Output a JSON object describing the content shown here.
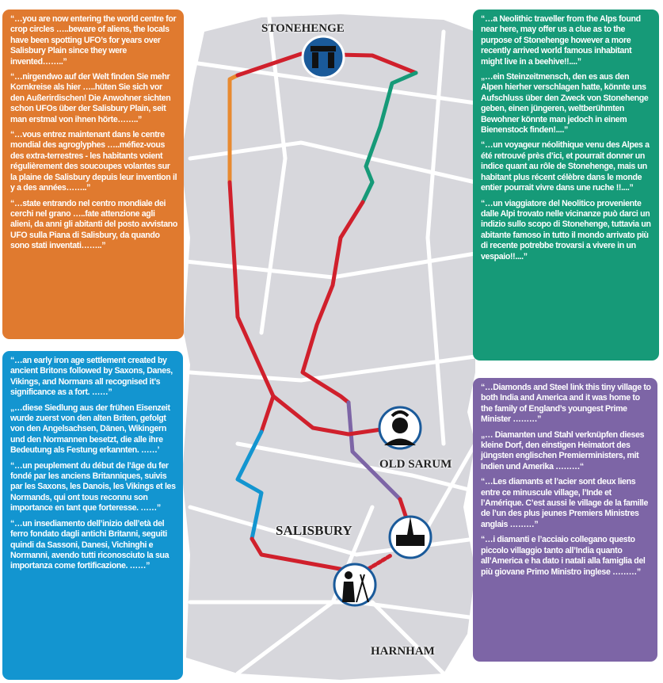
{
  "places": {
    "stonehenge": "STONEHENGE",
    "old_sarum": "OLD SARUM",
    "salisbury": "SALISBURY",
    "harnham": "HARNHAM"
  },
  "colors": {
    "orange": "#e07a2f",
    "green": "#169a78",
    "blue": "#1395d0",
    "purple": "#7d65a6",
    "route": "#d0202c"
  },
  "boxes": {
    "orange": [
      "“…you are now entering the world centre for crop circles …..beware of aliens, the locals have been spotting UFO’s for years over Salisbury Plain since they were invented……..”",
      "“…nirgendwo auf  der Welt finden Sie mehr Kornkreise als hier …..hüten Sie sich vor den Außerirdischen! Die Anwohner sichten schon UFOs über der Salisbury Plain, seit man erstmal von ihnen hörte……..”",
      "“…vous entrez maintenant dans le centre mondial des agroglyphes …..méfiez-vous des extra-terrestres - les habitants voient régulièrement des soucoupes volantes sur la plaine de Salisbury depuis leur invention il y a des années……..”",
      "“…state entrando nel centro mondiale dei cerchi nel grano …..fate attenzione agli alieni, da anni gli abitanti del posto avvistano UFO sulla Piana di Salisbury, da quando sono stati inventati……..”"
    ],
    "green": [
      "“…a Neolithic traveller from the Alps found near here, may offer us a clue as to the purpose of Stonehenge however a more recently arrived world famous inhabitant might live in a beehive!!....”",
      "„…ein Steinzeitmensch, den es aus den Alpen hierher verschlagen hatte, könnte uns Aufschluss über den Zweck von Stonehenge geben, einen jüngeren, weltberühmten Bewohner könnte man jedoch in einem Bienenstock finden!....”",
      "“…un voyageur néolithique venu des Alpes a été retrouvé près d’ici, et pourrait donner un indice quant au rôle de Stonehenge, mais un habitant plus récent célèbre dans le monde entier pourrait vivre dans une ruche !!....”",
      "“…un viaggiatore del Neolitico proveniente dalle Alpi trovato nelle vicinanze può darci un indizio sullo scopo di Stonehenge, tuttavia un abitante famoso in tutto il mondo arrivato più di recente potrebbe trovarsi a vivere in un vespaio!!....”"
    ],
    "blue": [
      "“…an early iron age settlement created by ancient Britons followed by Saxons, Danes, Vikings, and Normans all recognised it’s significance as a fort. ……”",
      "„…diese Siedlung aus der frühen Eisenzeit wurde zuerst von den alten Briten, gefolgt von den Angelsachsen, Dänen, Wikingern und den Normannen besetzt, die alle ihre Bedeutung als Festung erkannten. ……’",
      "“…un peuplement du début de l’âge du fer fondé par les anciens Britanniques, suivis par les Saxons, les Danois, les Vikings et les Normands, qui ont tous reconnu son importance en tant que forteresse. ……”",
      "“…un insediamento dell’inizio dell’età del ferro fondato dagli antichi Britanni, seguiti quindi da Sassoni, Danesi, Vichinghi e Normanni, avendo tutti riconosciuto la sua importanza come fortificazione. ……”"
    ],
    "purple": [
      "“…Diamonds and Steel link this tiny village to both India and America and it was home to the family of England’s youngest Prime Minister ………”",
      "„… Diamanten und Stahl verknüpfen dieses kleine Dorf, den einstigen Heimatort des jüngsten englischen Premierministers, mit Indien und Amerika ………“",
      "“…Les diamants et l’acier sont deux liens entre ce minuscule village, l’Inde et l’Amérique. C’est aussi le village de la famille de l’un des plus jeunes Premiers Ministres anglais ………”",
      "“…i diamanti e l’acciaio collegano questo piccolo villaggio tanto all’India quanto all’America e ha dato i natali alla famiglia del più giovane Primo Ministro inglese ………”"
    ]
  }
}
